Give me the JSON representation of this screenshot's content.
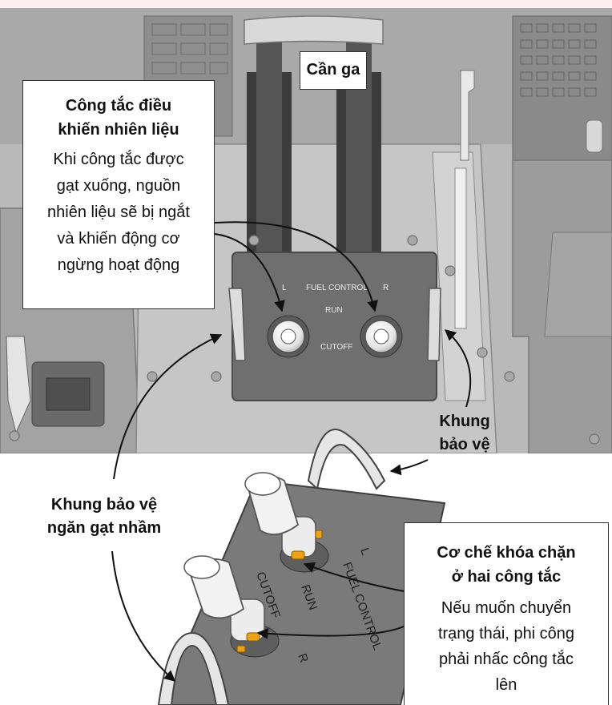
{
  "labels": {
    "throttle": "Cần ga",
    "fuel_switch": {
      "title_line1": "Công tắc điều",
      "title_line2": "khiến nhiên liệu",
      "body": [
        "Khi công tắc được",
        "gạt xuống, nguồn",
        "nhiên liệu sẽ bị ngắt",
        "và khiến động cơ",
        "ngừng hoạt động"
      ]
    },
    "guard_right": {
      "line1": "Khung",
      "line2": "bảo vệ"
    },
    "guard_left": {
      "line1": "Khung bảo vệ",
      "line2": "ngăn gạt nhầm"
    },
    "lock": {
      "title_line1": "Cơ chế khóa chặn",
      "title_line2": "ở hai công tắc",
      "body": [
        "Nếu muốn chuyển",
        "trạng thái, phi công",
        "phải nhấc công tắc",
        "lên"
      ]
    }
  },
  "panel_top": {
    "left": "L",
    "title": "FUEL CONTROL",
    "right": "R",
    "run": "RUN",
    "cutoff": "CUTOFF"
  },
  "panel_zoom": {
    "left": "L",
    "title": "FUEL CONTROL",
    "run": "RUN",
    "cutoff": "CUTOFF",
    "right": "R"
  },
  "colors": {
    "cockpit": "#b9b9b9",
    "panel": "#6f6f6f",
    "lock_tab": "#e9a21a",
    "arrow": "#111111"
  }
}
